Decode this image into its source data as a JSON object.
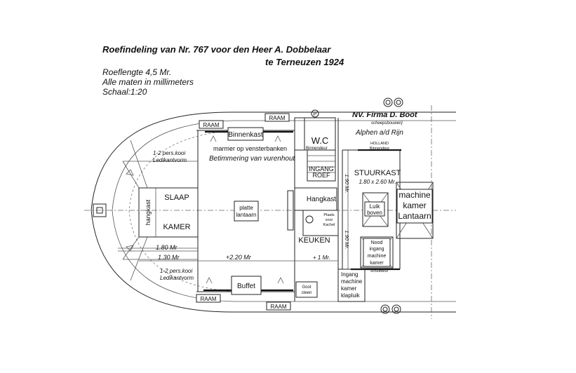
{
  "title": {
    "line1": "Roefindeling van Nr. 767 voor den Heer A. Dobbelaar",
    "line2": "te Terneuzen 1924"
  },
  "notes": {
    "length": "Roeflengte 4,5 Mr.",
    "units": "Alle maten in millimeters",
    "scale": "Schaal:1:20"
  },
  "firm": {
    "name": "NV. Firma D. Boot",
    "trade": "scheepsbouwerij",
    "place": "Alphen a/d Rijn"
  },
  "labels": {
    "raam_top1": "RAAM",
    "raam_top2": "RAAM",
    "raam_bot1": "RAAM",
    "raam_bot2": "RAAM",
    "binnenkast": "Binnenkast",
    "marmer": "marmer op vensterbanken",
    "betimmering": "Betimmering van vurenhout",
    "kooi_top_1": "1-2 pers.kooi",
    "kooi_top_2": "Ledikantvorm",
    "kooi_bot_1": "1-2 pers.kooi",
    "kooi_bot_2": "Ledikantvorm",
    "hangkast_v": "hangkast",
    "slaap": "SLAAP",
    "kamer": "KAMER",
    "platte_1": "platte",
    "platte_2": "lantaarn",
    "wc": "W.C",
    "binnendeur_wc": "Binnendeur",
    "p_mark": "P",
    "ingang_1": "INGANG",
    "ingang_2": "ROEF",
    "hangkast": "Hangkast",
    "kachel_1": "Plaats",
    "kachel_2": "voor",
    "kachel_3": "Kachel",
    "keuken": "KEUKEN",
    "stuurkast": "STUURKAST",
    "stuurkast_dim": "1.80 x 2.60 Mr.",
    "holland_1": "HOLLAND",
    "holland_2": "Binnendeur",
    "luik_1": "Luik",
    "luik_2": "boven",
    "machine_1": "machine",
    "machine_2": "kamer",
    "machine_3": "Lantaarn",
    "nood_1": "Nood",
    "nood_2": "ingang",
    "nood_3": "machine",
    "nood_4": "kamer",
    "schuifdeur": "schuifdeur",
    "ingang_m_1": "Ingang",
    "ingang_m_2": "machine",
    "ingang_m_3": "kamer",
    "ingang_m_4": "klapluik",
    "buffet": "Buffet",
    "goot_1": "Goot",
    "goot_2": "steen"
  },
  "dimensions": {
    "d180": "1.80 Mr",
    "d130": "1.30 Mr",
    "d220": "+2.20 Mr",
    "d1": "+ 1 Mr.",
    "v190_top": "1.90 Mr.",
    "v190_bot": "1.90 Mr."
  }
}
